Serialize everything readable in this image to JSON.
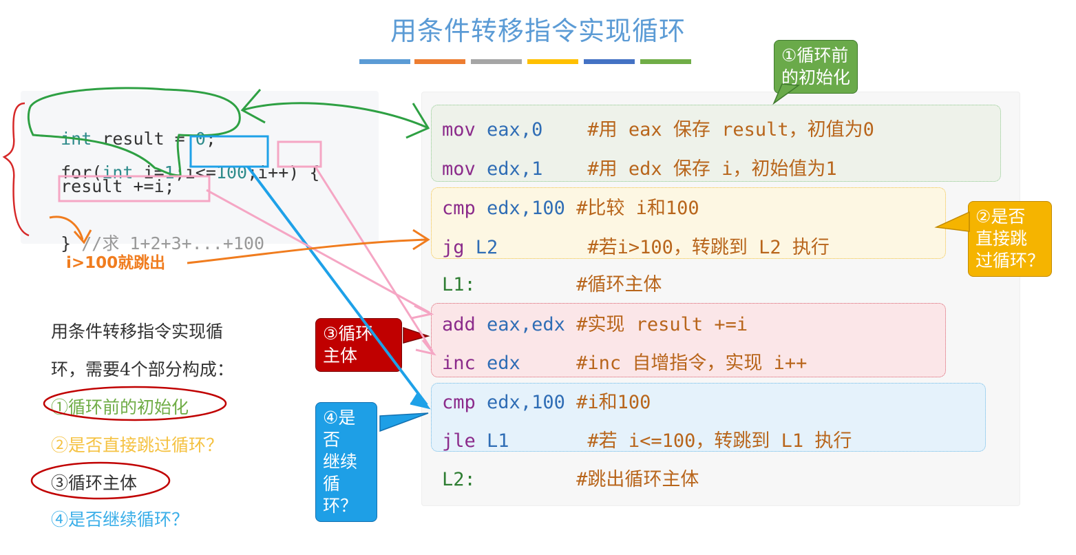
{
  "title": "用条件转移指令实现循环",
  "colors": {
    "title": "#5b9bd5",
    "bars": [
      "#5b9bd5",
      "#ed7d31",
      "#a5a5a5",
      "#ffc000",
      "#4472c4",
      "#70ad47"
    ],
    "green": "#2ea043",
    "orange": "#f07c1e",
    "pink": "#f5a6c4",
    "blue": "#1ea1e8",
    "bubble_green": "#6aaa4a",
    "bubble_yellow": "#f5b400",
    "bubble_red": "#c00000",
    "bubble_blue": "#1e9fe6"
  },
  "c_code": {
    "line1": {
      "kw": "int",
      "rest": " result = ",
      "num": "0",
      "end": ";"
    },
    "line2": {
      "a": "for(",
      "kw": "int",
      "b": " i=",
      "n1": "1",
      "c": ";i<=",
      "n2": "100",
      "d": ";i++) {"
    },
    "line3": "  result +=i;",
    "line4": {
      "a": "} ",
      "comment": "//求 1+2+3+...+100"
    }
  },
  "asm": [
    {
      "op": "mov",
      "args": "eax,0",
      "pad": "    ",
      "comment": "#用 eax 保存 result，初值为0"
    },
    {
      "op": "mov",
      "args": "edx,1",
      "pad": "    ",
      "comment": "#用 edx 保存 i，初始值为1"
    },
    {
      "op": "cmp",
      "args": "edx,100",
      "pad": " ",
      "comment": "#比较 i和100"
    },
    {
      "op": "jg",
      "args": "L2",
      "pad": "        ",
      "comment": "#若i>100，转跳到 L2 执行"
    },
    {
      "op": "L1:",
      "args": "",
      "pad": "         ",
      "comment": "#循环主体"
    },
    {
      "op": "add",
      "args": "eax,edx",
      "pad": " ",
      "comment": "#实现 result +=i"
    },
    {
      "op": "inc",
      "args": "edx",
      "pad": "     ",
      "comment": "#inc 自增指令，实现 i++"
    },
    {
      "op": "cmp",
      "args": "edx,100",
      "pad": " ",
      "comment": "#i和100"
    },
    {
      "op": "jle",
      "args": "L1",
      "pad": "       ",
      "comment": "#若 i<=100，转跳到 L1 执行"
    },
    {
      "op": "L2:",
      "args": "",
      "pad": "         ",
      "comment": "#跳出循环主体"
    }
  ],
  "annotation_jump": "i>100就跳出",
  "explain": {
    "line1": "用条件转移指令实现循",
    "line2": "环，需要4个部分构成：",
    "parts": [
      "①循环前的初始化",
      "②是否直接跳过循环？",
      "③循环主体",
      "④是否继续循环？"
    ]
  },
  "bubbles": {
    "b1": [
      "①循环前",
      "的初始化"
    ],
    "b2": [
      "②是否",
      "直接跳",
      "过循环？"
    ],
    "b3": [
      "③循环",
      "主体"
    ],
    "b4": [
      "④是否",
      "继续循",
      "环？"
    ]
  }
}
